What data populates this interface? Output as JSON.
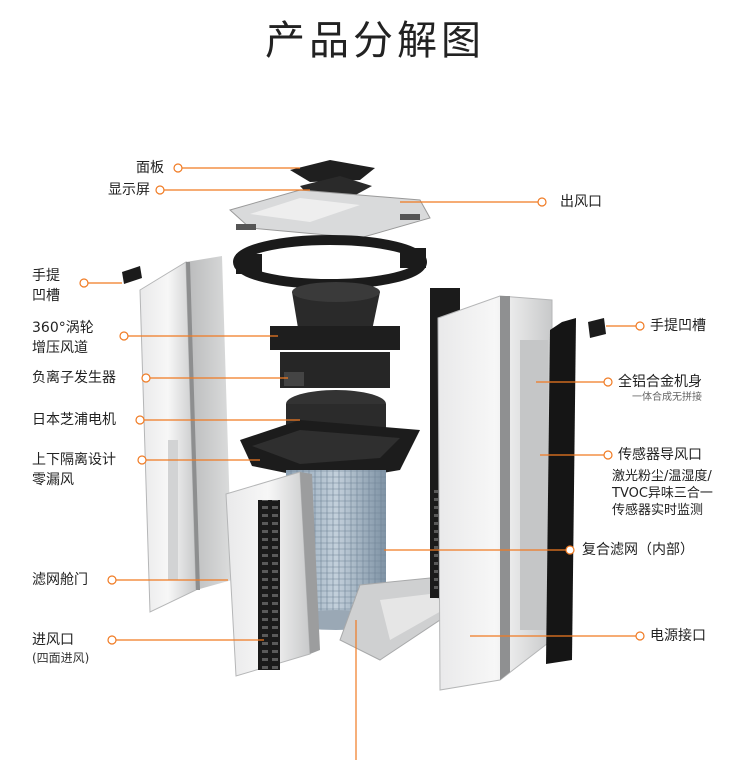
{
  "title": "产品分解图",
  "colors": {
    "accent": "#f07a22",
    "frame": "#c9cacb",
    "dark": "#1c1c1c",
    "filter": "#9fb0bf"
  },
  "labels": {
    "panel": "面板",
    "display": "显示屏",
    "air_outlet": "出风口",
    "handle_left_1": "手提",
    "handle_left_2": "凹槽",
    "turbo_1": "360°涡轮",
    "turbo_2": "增压风道",
    "anion": "负离子发生器",
    "motor": "日本芝浦电机",
    "isolation_1": "上下隔离设计",
    "isolation_2": "零漏风",
    "filter_door": "滤网舱门",
    "air_inlet": "进风口",
    "air_inlet_sub": "(四面进风)",
    "handle_right": "手提凹槽",
    "alloy_body": "全铝合金机身",
    "alloy_body_sub": "一体合成无拼接",
    "sensor_vent": "传感器导风口",
    "sensor_desc_1": "激光粉尘/温湿度/",
    "sensor_desc_2": "TVOC异味三合一",
    "sensor_desc_3": "传感器实时监测",
    "composite_filter": "复合滤网（内部）",
    "power_port": "电源接口"
  }
}
